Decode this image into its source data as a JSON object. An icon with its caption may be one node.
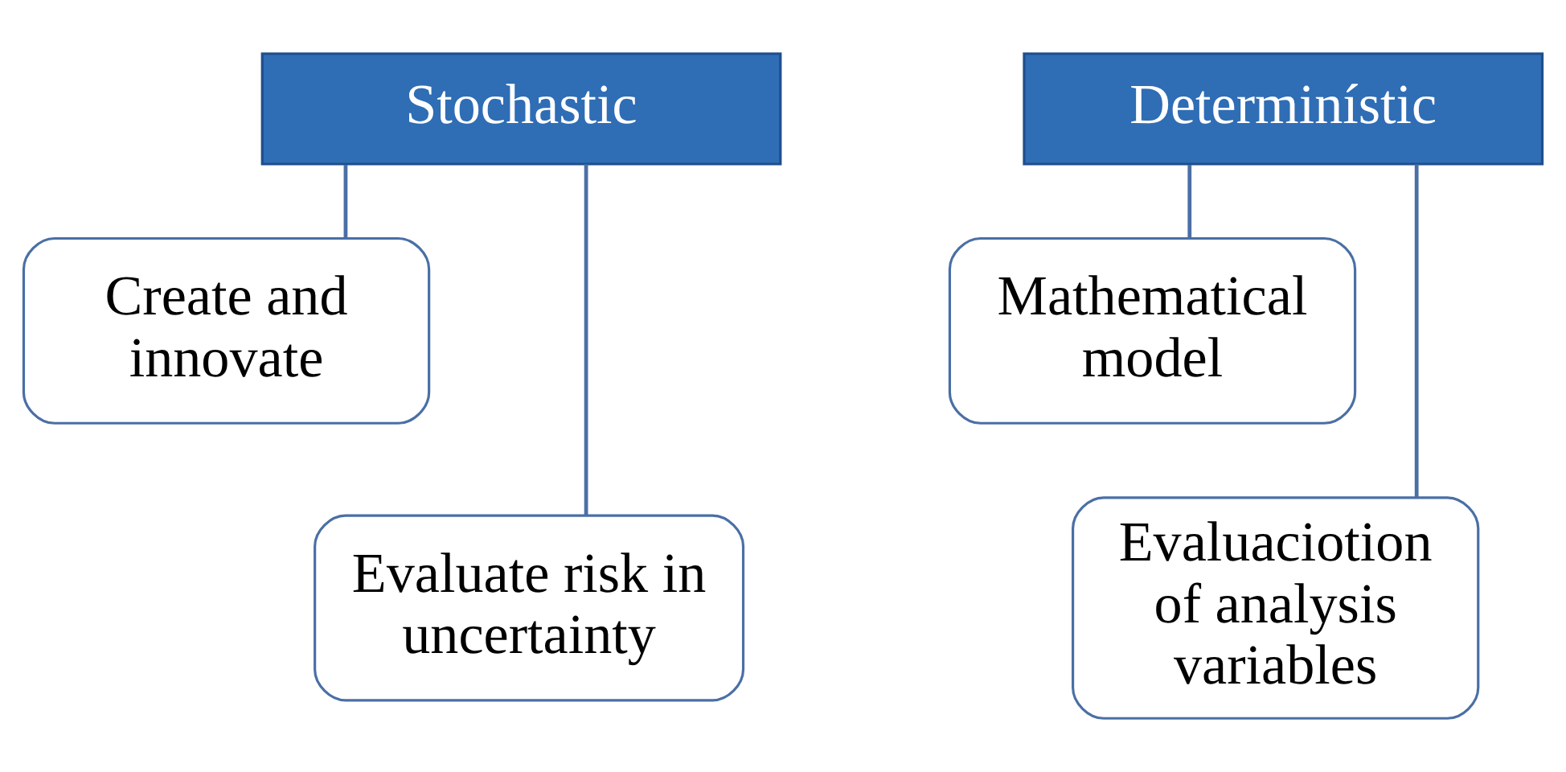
{
  "diagram": {
    "nodes": [
      {
        "text": [
          "Stochastic"
        ]
      },
      {
        "text": [
          "Create and innovate"
        ]
      },
      {
        "text": [
          "Evaluate risk in uncertainty"
        ]
      },
      {
        "text": [
          "Determinístic"
        ]
      },
      {
        "text": [
          "Mathematical model"
        ]
      },
      {
        "text": [
          "Evaluaciotion of analysis variables"
        ]
      }
    ],
    "edges": [
      {
        "from": 0,
        "to": 1,
        "arrow": "none"
      },
      {
        "from": 0,
        "to": 2,
        "arrow": "none"
      },
      {
        "from": 3,
        "to": 4,
        "arrow": "none"
      },
      {
        "from": 3,
        "to": 5,
        "arrow": "none"
      }
    ]
  }
}
